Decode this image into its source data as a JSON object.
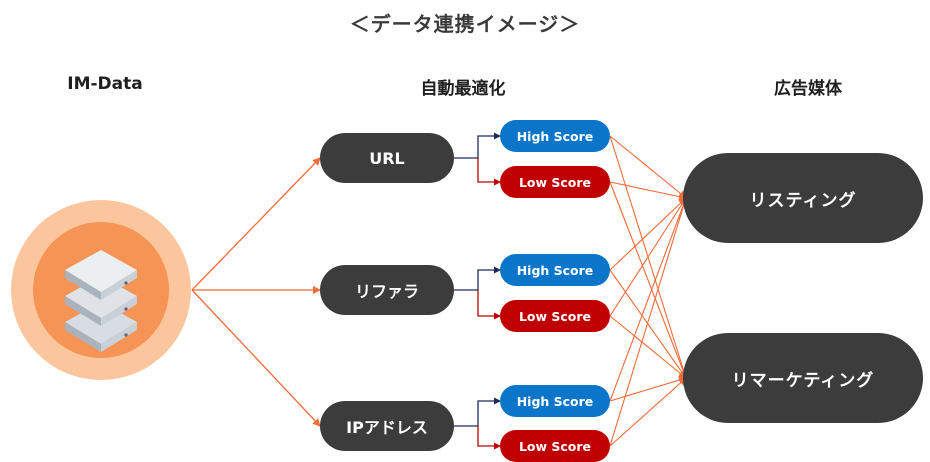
{
  "title": "＜データ連携イメージ＞",
  "columns": {
    "source": "IM-Data",
    "optimization": "自動最適化",
    "media": "広告媒体"
  },
  "categories": [
    {
      "label": "URL",
      "high": "High Score",
      "low": "Low Score"
    },
    {
      "label": "リファラ",
      "high": "High Score",
      "low": "Low Score"
    },
    {
      "label": "IPアドレス",
      "high": "High Score",
      "low": "Low Score"
    }
  ],
  "media": [
    {
      "label": "リスティング"
    },
    {
      "label": "リマーケティング"
    }
  ],
  "colors": {
    "arrow": "#f26b38",
    "connector": "#1f2a5c",
    "node": "#3c3c3c",
    "high": "#0b75c9",
    "low": "#c00000"
  },
  "icons": {
    "source": "server-stack-icon"
  }
}
